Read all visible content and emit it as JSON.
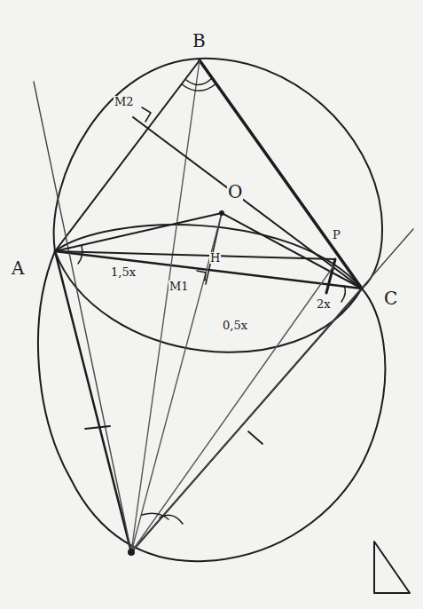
{
  "diagram": {
    "labels": [
      "B",
      "M2",
      "O",
      "A",
      "C",
      "P",
      "H",
      "M1",
      "1,5x",
      "0,5x",
      "2x"
    ]
  }
}
